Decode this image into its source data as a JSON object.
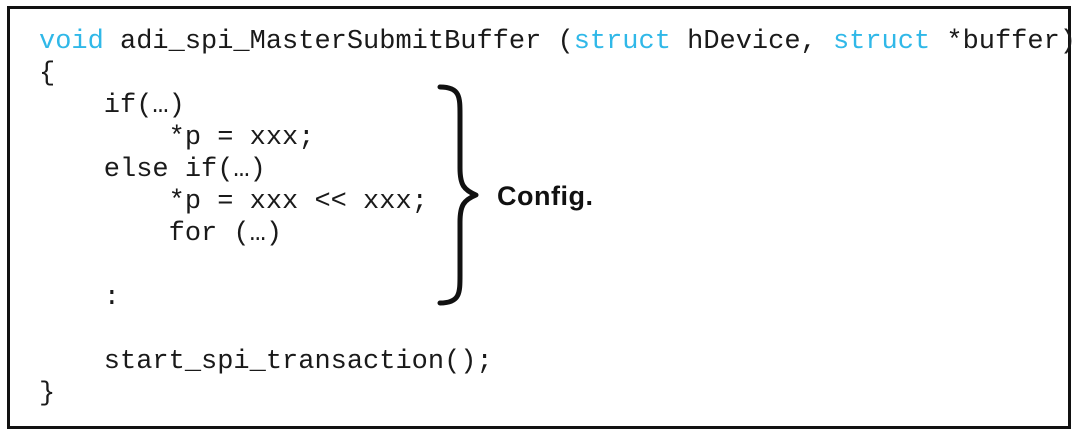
{
  "figure": {
    "brace_label": "Config.",
    "colors": {
      "keyword": "#30b8e8",
      "text": "#1a1a1a",
      "border": "#111111",
      "background": "#ffffff"
    },
    "code": {
      "lines": [
        {
          "segments": [
            {
              "text": "void",
              "type": "keyword"
            },
            {
              "text": " adi_spi_MasterSubmitBuffer (",
              "type": "plain"
            },
            {
              "text": "struct",
              "type": "keyword"
            },
            {
              "text": " hDevice, ",
              "type": "plain"
            },
            {
              "text": "struct",
              "type": "keyword"
            },
            {
              "text": " *buffer)",
              "type": "plain"
            }
          ]
        },
        {
          "segments": [
            {
              "text": "{",
              "type": "plain"
            }
          ]
        },
        {
          "segments": [
            {
              "text": "    if(…)",
              "type": "plain"
            }
          ]
        },
        {
          "segments": [
            {
              "text": "        *p = xxx;",
              "type": "plain"
            }
          ]
        },
        {
          "segments": [
            {
              "text": "    else if(…)",
              "type": "plain"
            }
          ]
        },
        {
          "segments": [
            {
              "text": "        *p = xxx << xxx;",
              "type": "plain"
            }
          ]
        },
        {
          "segments": [
            {
              "text": "        for (…)",
              "type": "plain"
            }
          ]
        },
        {
          "segments": []
        },
        {
          "segments": [
            {
              "text": "    :",
              "type": "plain"
            }
          ]
        },
        {
          "segments": []
        },
        {
          "segments": [
            {
              "text": "    start_spi_transaction();",
              "type": "plain"
            }
          ]
        },
        {
          "segments": [
            {
              "text": "}",
              "type": "plain"
            }
          ]
        }
      ]
    }
  }
}
